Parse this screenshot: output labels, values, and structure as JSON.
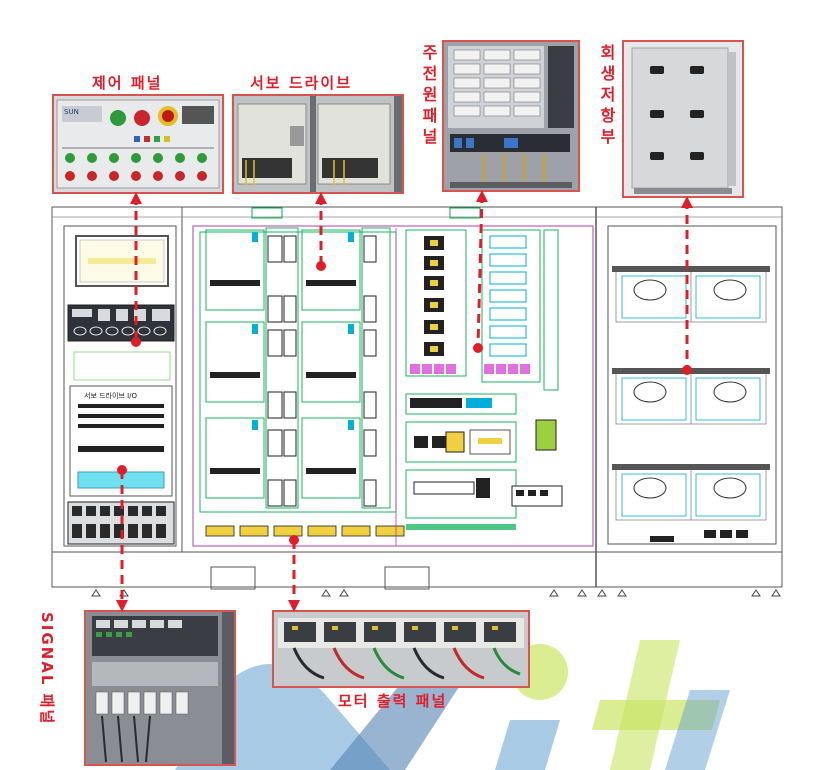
{
  "labels": {
    "control_panel": "제어 패널",
    "servo_drive": "서보 드라이브",
    "main_power_panel": "주전원패널",
    "regen_resistor": "회생저항부",
    "signal_panel": "SIGNAL 패널",
    "motor_output_panel": "모터 출력 패널"
  },
  "colors": {
    "accent": "#e01e2a",
    "photo_border": "#d9534f",
    "cad_line": "#00b050",
    "cad_cyan": "#00b0d8",
    "cad_magenta": "#b03cb0",
    "watermark_blue": "#2f7fc0",
    "watermark_green": "#b8dc30"
  }
}
